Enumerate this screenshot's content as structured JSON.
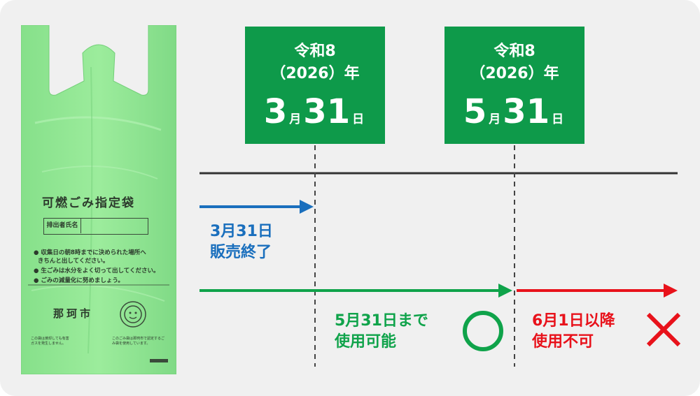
{
  "bag": {
    "title": "可燃ごみ指定袋",
    "name_field_label": "排出者氏名",
    "notes": [
      "● 収集日の朝8時までに決められた場所へ",
      "  きちんと出してください。",
      "● 生ごみは水分をよく切って出してください。",
      "● ごみの減量化に努めましょう。"
    ],
    "city": "那珂市",
    "small_left": [
      "この袋は焼却しても有害",
      "ガスを発生しません。"
    ],
    "small_right": [
      "このごみ袋は那珂市で認定するご",
      "み袋を使用しています。"
    ]
  },
  "dates": [
    {
      "era": "令和8",
      "year": "（2026）年",
      "month": "3",
      "month_unit": "月",
      "day": "31",
      "day_unit": "日"
    },
    {
      "era": "令和8",
      "year": "（2026）年",
      "month": "5",
      "month_unit": "月",
      "day": "31",
      "day_unit": "日"
    }
  ],
  "labels": {
    "sales_end_date": "3月31日",
    "sales_end": "販売終了",
    "usable_until": "5月31日まで",
    "usable": "使用可能",
    "after_date": "6月1日以降",
    "not_usable": "使用不可"
  },
  "colors": {
    "green_box": "#0e9a4a",
    "blue": "#1a6fbd",
    "green": "#0fa34a",
    "red": "#e8121b",
    "timeline": "#333333"
  },
  "icons": {
    "usable_mark": "circle-icon",
    "not_usable_mark": "cross-icon"
  }
}
